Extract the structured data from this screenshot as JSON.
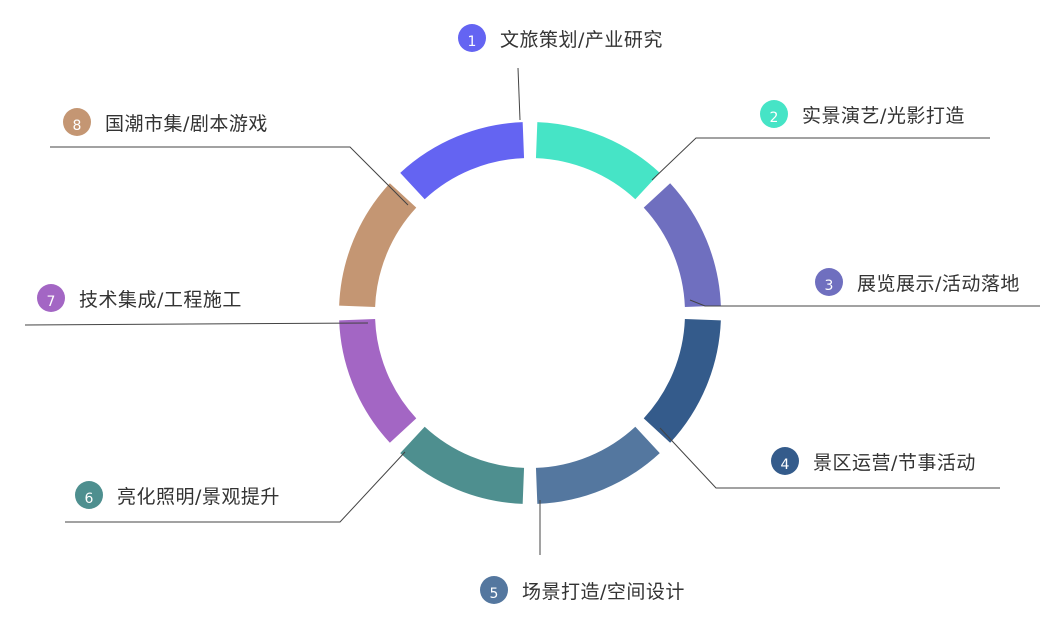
{
  "items": [
    {
      "num": "1",
      "label": "文旅策划/产业研究",
      "color": "#6464F2"
    },
    {
      "num": "2",
      "label": "实景演艺/光影打造",
      "color": "#46E4C6"
    },
    {
      "num": "3",
      "label": "展览展示/活动落地",
      "color": "#6F6FBF"
    },
    {
      "num": "4",
      "label": "景区运营/节事活动",
      "color": "#345B8B"
    },
    {
      "num": "5",
      "label": "场景打造/空间设计",
      "color": "#54779F"
    },
    {
      "num": "6",
      "label": "亮化照明/景观提升",
      "color": "#4E8F8F"
    },
    {
      "num": "7",
      "label": "技术集成/工程施工",
      "color": "#A366C4"
    },
    {
      "num": "8",
      "label": "国潮市集/剧本游戏",
      "color": "#C49673"
    }
  ]
}
